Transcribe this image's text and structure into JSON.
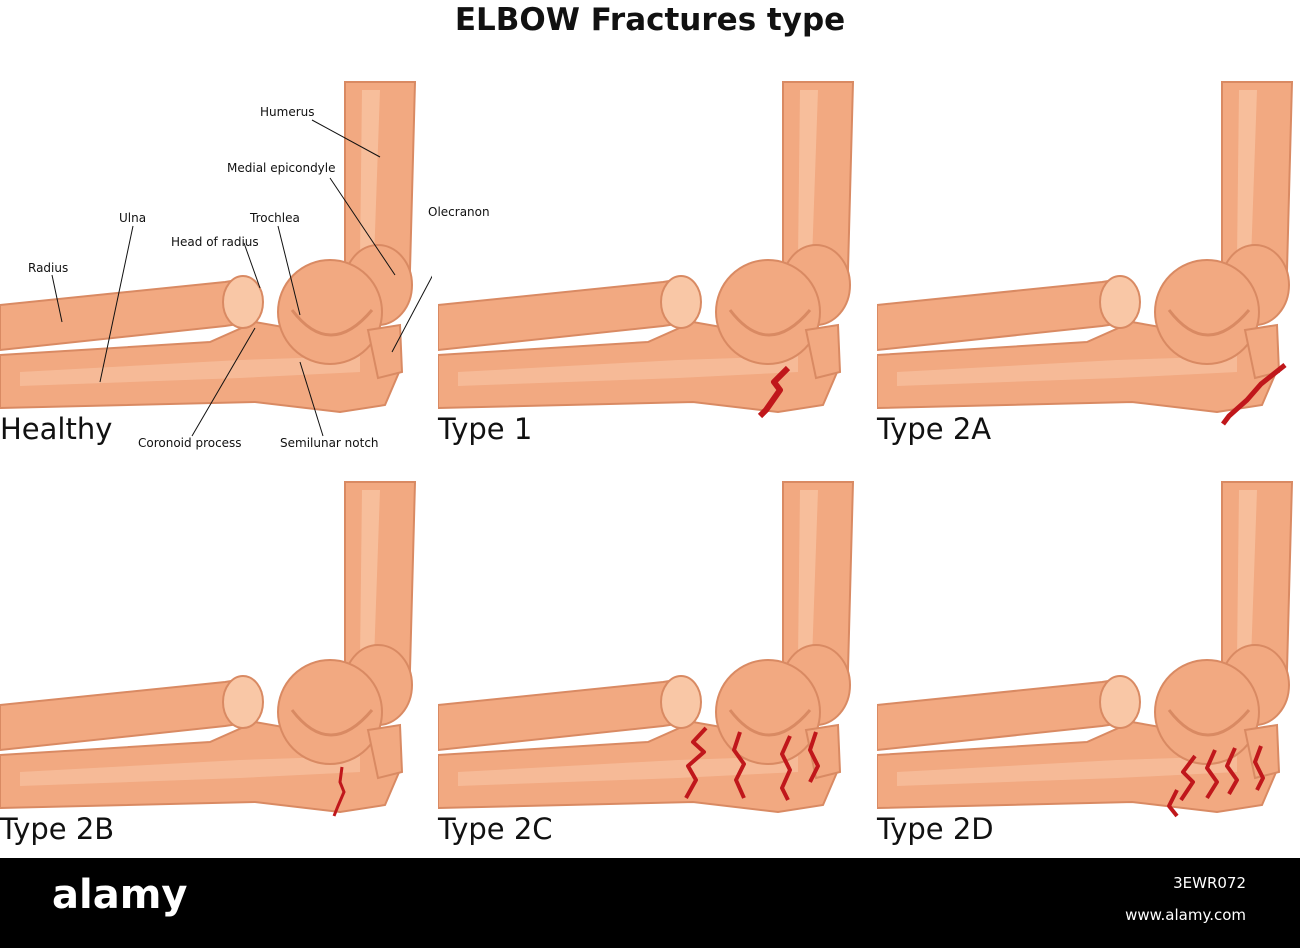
{
  "title": "ELBOW Fractures type",
  "panels": [
    {
      "label": "Healthy",
      "fracture": "none"
    },
    {
      "label": "Type 1",
      "fracture": "type1"
    },
    {
      "label": "Type 2A",
      "fracture": "type2a"
    },
    {
      "label": "Type 2B",
      "fracture": "type2b"
    },
    {
      "label": "Type 2C",
      "fracture": "type2c"
    },
    {
      "label": "Type 2D",
      "fracture": "type2d"
    }
  ],
  "annotations": {
    "humerus": "Humerus",
    "medial_epicondyle": "Medial epicondyle",
    "ulna": "Ulna",
    "trochlea": "Trochlea",
    "olecranon": "Olecranon",
    "head_of_radius": "Head of radius",
    "radius": "Radius",
    "coronoid_process": "Coronoid process",
    "semilunar_notch": "Semilunar notch"
  },
  "colors": {
    "bone": "#f2a981",
    "bone_shadow": "#d98a63",
    "bone_light": "#f9c7a6",
    "fracture": "#c0171b",
    "footer_bg": "#000000"
  },
  "footer": {
    "brand": "alamy",
    "image_id": "3EWR072",
    "site": "www.alamy.com"
  }
}
